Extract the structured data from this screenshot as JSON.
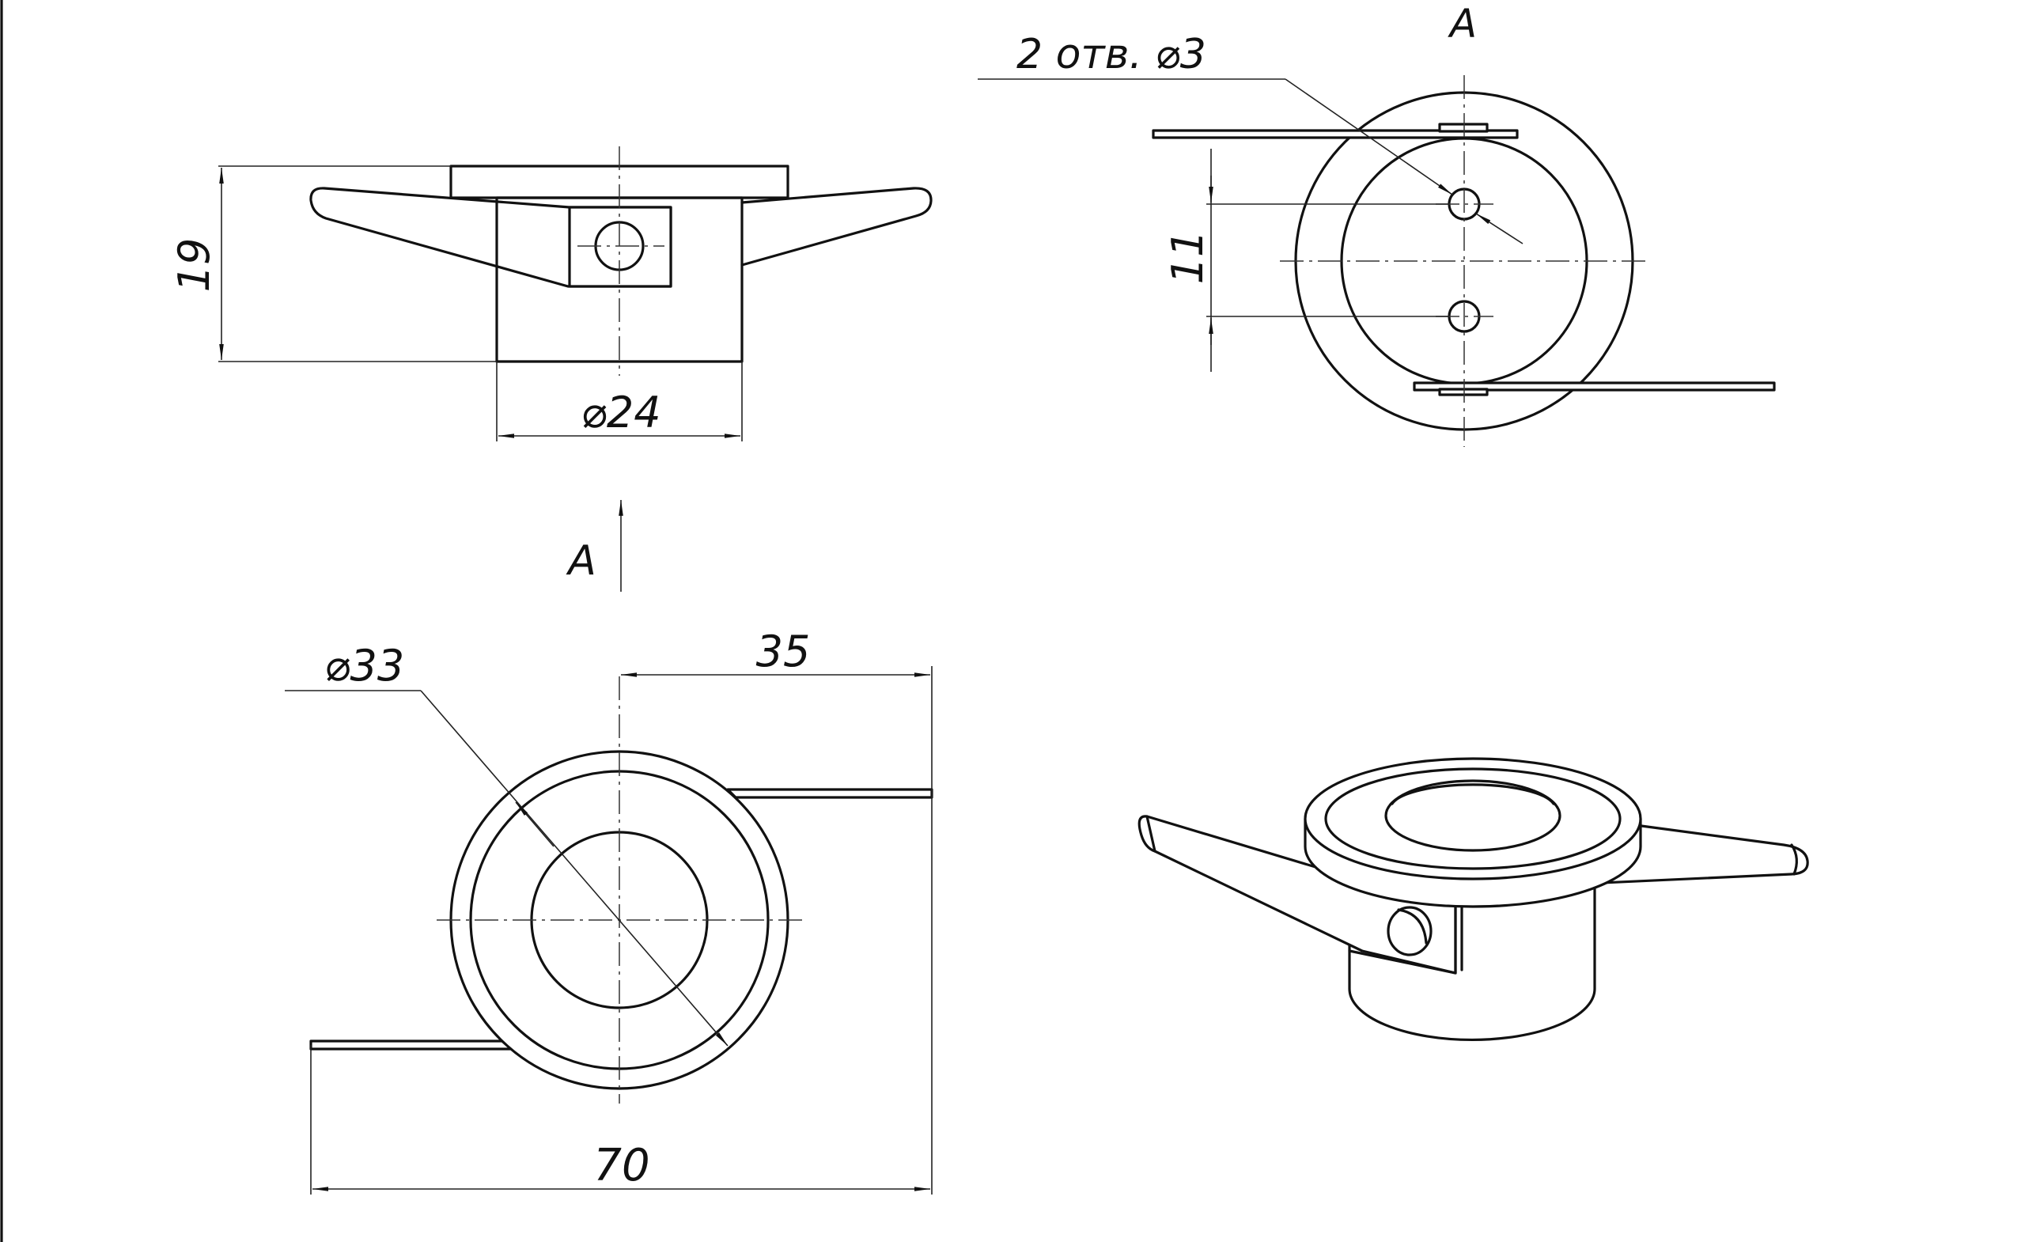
{
  "labels": {
    "dim_19": "19",
    "dim_24": "⌀24",
    "view_arrow_a": "A",
    "view_title_a": "A",
    "holes_note": "2 отв. ⌀3",
    "dim_11": "11",
    "dim_33": "⌀33",
    "dim_35": "35",
    "dim_70": "70"
  }
}
